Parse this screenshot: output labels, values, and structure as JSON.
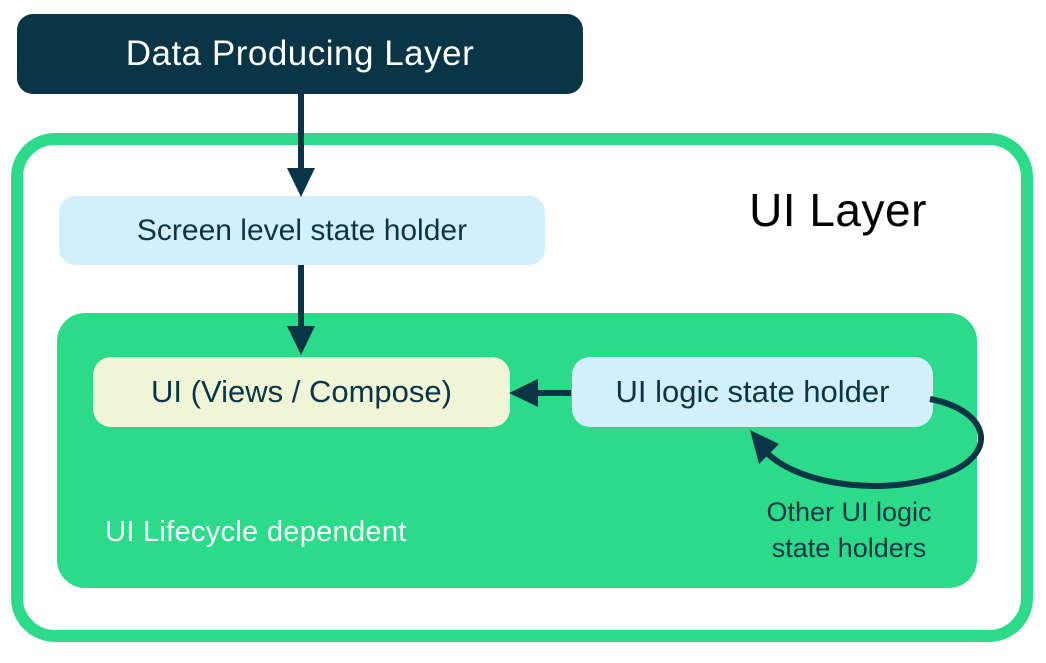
{
  "colors": {
    "dark_navy": "#0A3546",
    "green": "#2CDB8A",
    "light_blue": "#D4EFFC",
    "cream": "#F0F5D8",
    "white": "#FFFFFF",
    "black": "#000000"
  },
  "diagram": {
    "data_producing_layer": {
      "label": "Data Producing Layer"
    },
    "ui_layer": {
      "title": "UI Layer",
      "screen_level_state_holder": {
        "label": "Screen level state holder"
      },
      "lifecycle_group": {
        "caption": "UI Lifecycle dependent",
        "ui_views_compose": {
          "label": "UI (Views / Compose)"
        },
        "ui_logic_state_holder": {
          "label": "UI logic state holder"
        },
        "other_note_line1": "Other UI logic",
        "other_note_line2": "state holders"
      }
    },
    "arrows": [
      {
        "name": "data-producing-to-screen-holder",
        "from": "Data Producing Layer",
        "to": "Screen level state holder",
        "style": "straight-down"
      },
      {
        "name": "screen-holder-to-ui",
        "from": "Screen level state holder",
        "to": "UI (Views / Compose)",
        "style": "straight-down"
      },
      {
        "name": "ui-logic-holder-to-ui",
        "from": "UI logic state holder",
        "to": "UI (Views / Compose)",
        "style": "straight-left"
      },
      {
        "name": "other-holders-loop",
        "from": "UI logic state holder",
        "to": "UI logic state holder",
        "style": "curved-self-loop"
      }
    ]
  }
}
